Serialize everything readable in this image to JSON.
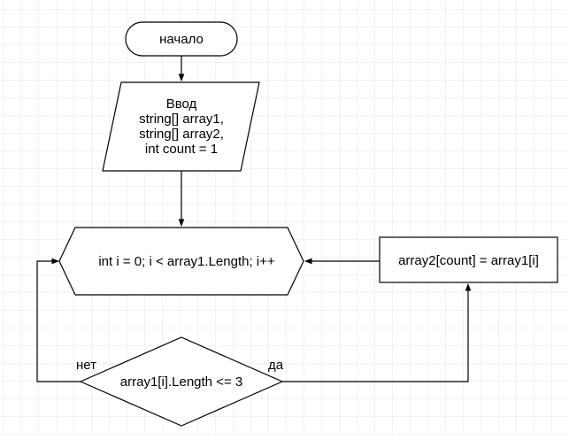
{
  "flowchart": {
    "start_label": "начало",
    "input_lines": [
      "Ввод",
      "string[] array1,",
      "string[] array2,",
      "int count = 1"
    ],
    "loop_label": "int i = 0; i < array1.Length; i++",
    "action_label": "array2[count] = array1[i]",
    "condition_label": "array1[i].Length <= 3",
    "no_label": "нет",
    "yes_label": "да"
  }
}
